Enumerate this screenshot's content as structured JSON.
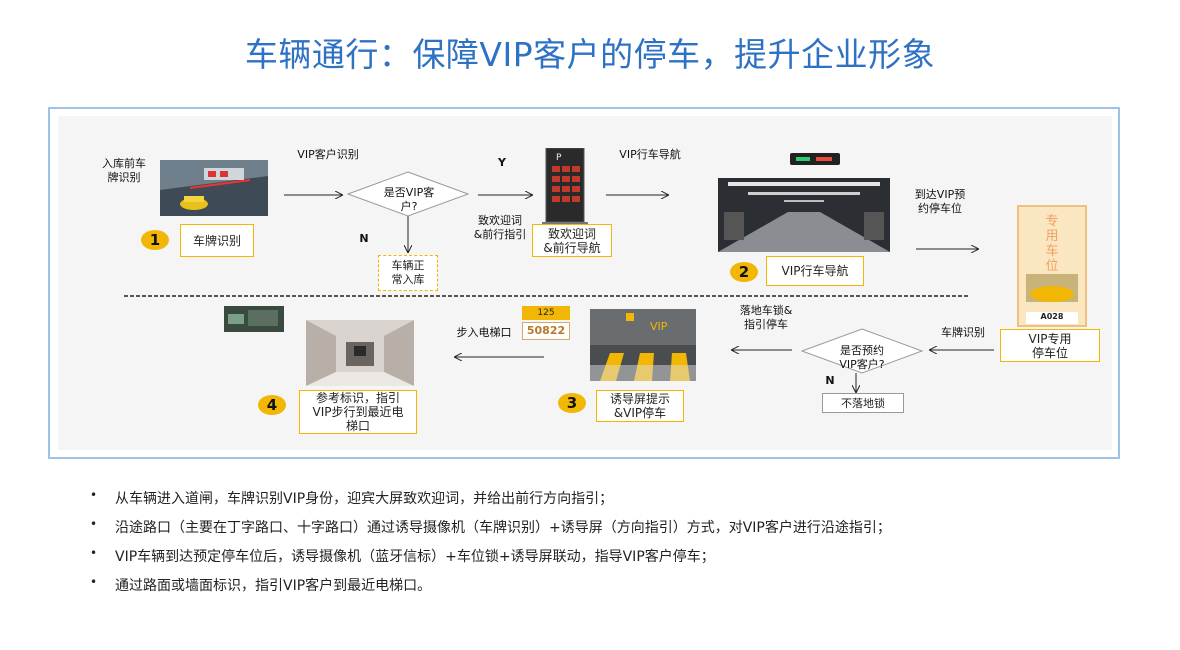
{
  "title": "车辆通行：保障VIP客户的停车，提升企业形象",
  "flow": {
    "entry_label": "入库前车\n牌识别",
    "vip_recognition": "VIP客户识别",
    "decision1": "是否VIP客\n户?",
    "yes": "Y",
    "no1": "N",
    "welcome_words": "致欢迎词\n&前行指引",
    "nav_label": "VIP行车导航",
    "arrive_label": "到达VIP预\n约停车位",
    "normal_entry": "车辆正\n常入库",
    "step1_num": "1",
    "step1_box": "车牌识别",
    "welcome_box": "致欢迎词\n&前行导航",
    "step2_num": "2",
    "step2_box": "VIP行车导航",
    "reserved_sign": "专\n用\n车\n位",
    "reserved_code": "A028",
    "vip_space_box": "VIP专用\n停车位",
    "plate_recog2": "车牌识别",
    "decision2": "是否预约\nVIP客户?",
    "no2": "N",
    "no_lock_box": "不落地锁",
    "lock_label": "落地车锁&\n指引停车",
    "step3_num": "3",
    "step3_box": "诱导屏提示\n&VIP停车",
    "screen_value": "125",
    "plate_value": "50822",
    "elevator_label": "步入电梯口",
    "step4_num": "4",
    "step4_box": "参考标识，指引\nVIP步行到最近电\n梯口",
    "vip_floor": "VIP"
  },
  "bullets": [
    "从车辆进入道闸，车牌识别VIP身份，迎宾大屏致欢迎词，并给出前行方向指引；",
    "沿途路口（主要在丁字路口、十字路口）通过诱导摄像机（车牌识别）+诱导屏（方向指引）方式，对VIP客户进行沿途指引；",
    "VIP车辆到达预定停车位后，诱导摄像机（蓝牙信标）+车位锁+诱导屏联动，指导VIP客户停车；",
    "通过路面或墙面标识，指引VIP客户到最近电梯口。"
  ],
  "colors": {
    "title": "#2e72c4",
    "accent": "#f2b705",
    "frame": "#9dc3e6"
  }
}
